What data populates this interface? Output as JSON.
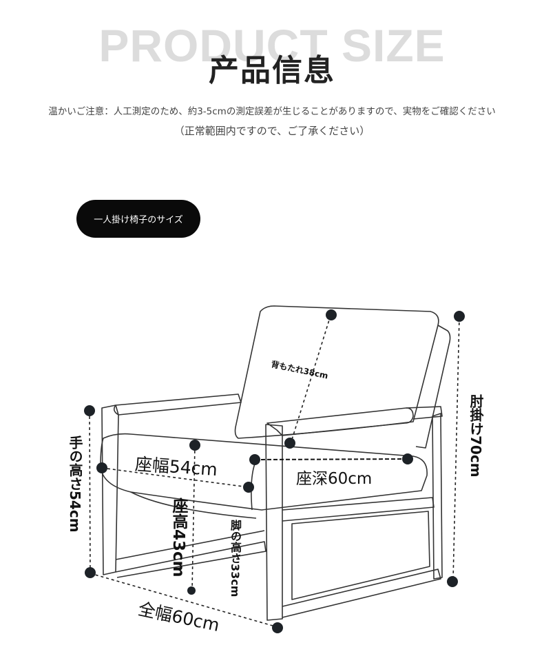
{
  "header": {
    "bg_title": "PRODUCT SIZE",
    "title": "产品信息",
    "notice": "温かいご注意：人工測定のため、約3-5cmの測定誤差が生じることがありますので、実物をご確認ください",
    "notice2": "（正常範囲内ですので、ご了承ください）"
  },
  "tag": {
    "label": "一人掛け椅子のサイズ"
  },
  "dimensions": {
    "backrest": "背もたれ38cm",
    "seat_width": "座幅54cm",
    "seat_depth": "座深60cm",
    "armrest_height": "手の高さ54cm",
    "seat_height": "座高43cm",
    "leg_height": "脚の高さ33cm",
    "total_width": "全幅60cm",
    "arm_height": "肘掛け70cm"
  }
}
